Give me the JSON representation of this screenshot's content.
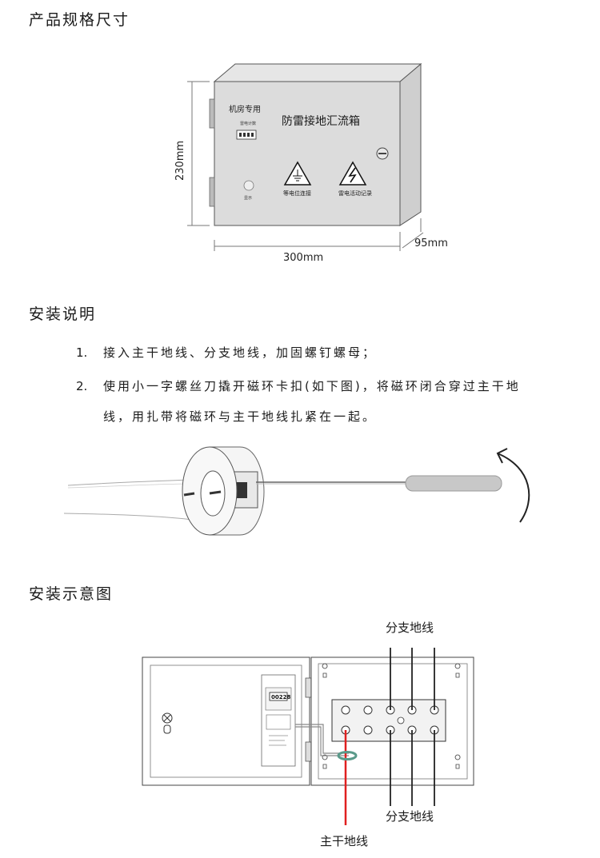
{
  "sections": {
    "spec_title": "产品规格尺寸",
    "install_title": "安装说明",
    "diagram_title": "安装示意图"
  },
  "box": {
    "label_room": "机房专用",
    "label_counter": "雷电计数",
    "title": "防雷接地汇流箱",
    "label_indicator": "显示",
    "label_equipotential": "等电位连接",
    "label_record": "雷电活动记录"
  },
  "dimensions": {
    "height": "230mm",
    "width": "300mm",
    "depth": "95mm"
  },
  "steps": [
    {
      "num": "1.",
      "text": "接入主干地线、分支地线，加固螺钉螺母；"
    },
    {
      "num": "2.",
      "text": "使用小一字螺丝刀撬开磁环卡扣(如下图)，将磁环闭合穿过主干地",
      "cont": "线，用扎带将磁环与主干地线扎紧在一起。"
    }
  ],
  "diagram": {
    "branch_top": "分支地线",
    "magnetic_ring": "磁环",
    "branch_bottom": "分支地线",
    "main_line": "主干地线",
    "counter_value": "00228"
  },
  "colors": {
    "box_fill": "#dcdcdc",
    "main_line": "#e02020",
    "ring": "#5a9a8a",
    "screwdriver": "#c8c8c8"
  }
}
